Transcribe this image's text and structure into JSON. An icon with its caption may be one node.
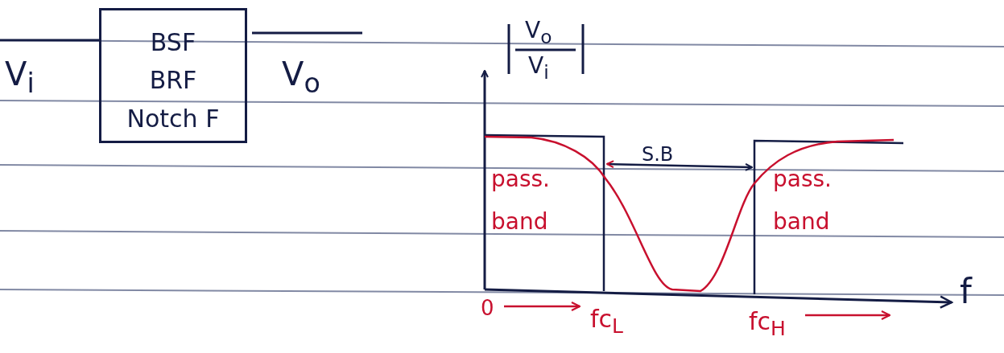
{
  "diagram": {
    "nodes": [
      {
        "text": [
          "BSF",
          "BRF",
          "Notch F"
        ]
      }
    ],
    "labels": [
      "V$_{i}$",
      "V$_{o}$",
      "V$_{o}$",
      "V$_{i}$",
      "pass. band",
      "S.B",
      "pass. band",
      "0",
      "fc$_{L}$",
      "fc$_{H}$",
      "f"
    ]
  }
}
